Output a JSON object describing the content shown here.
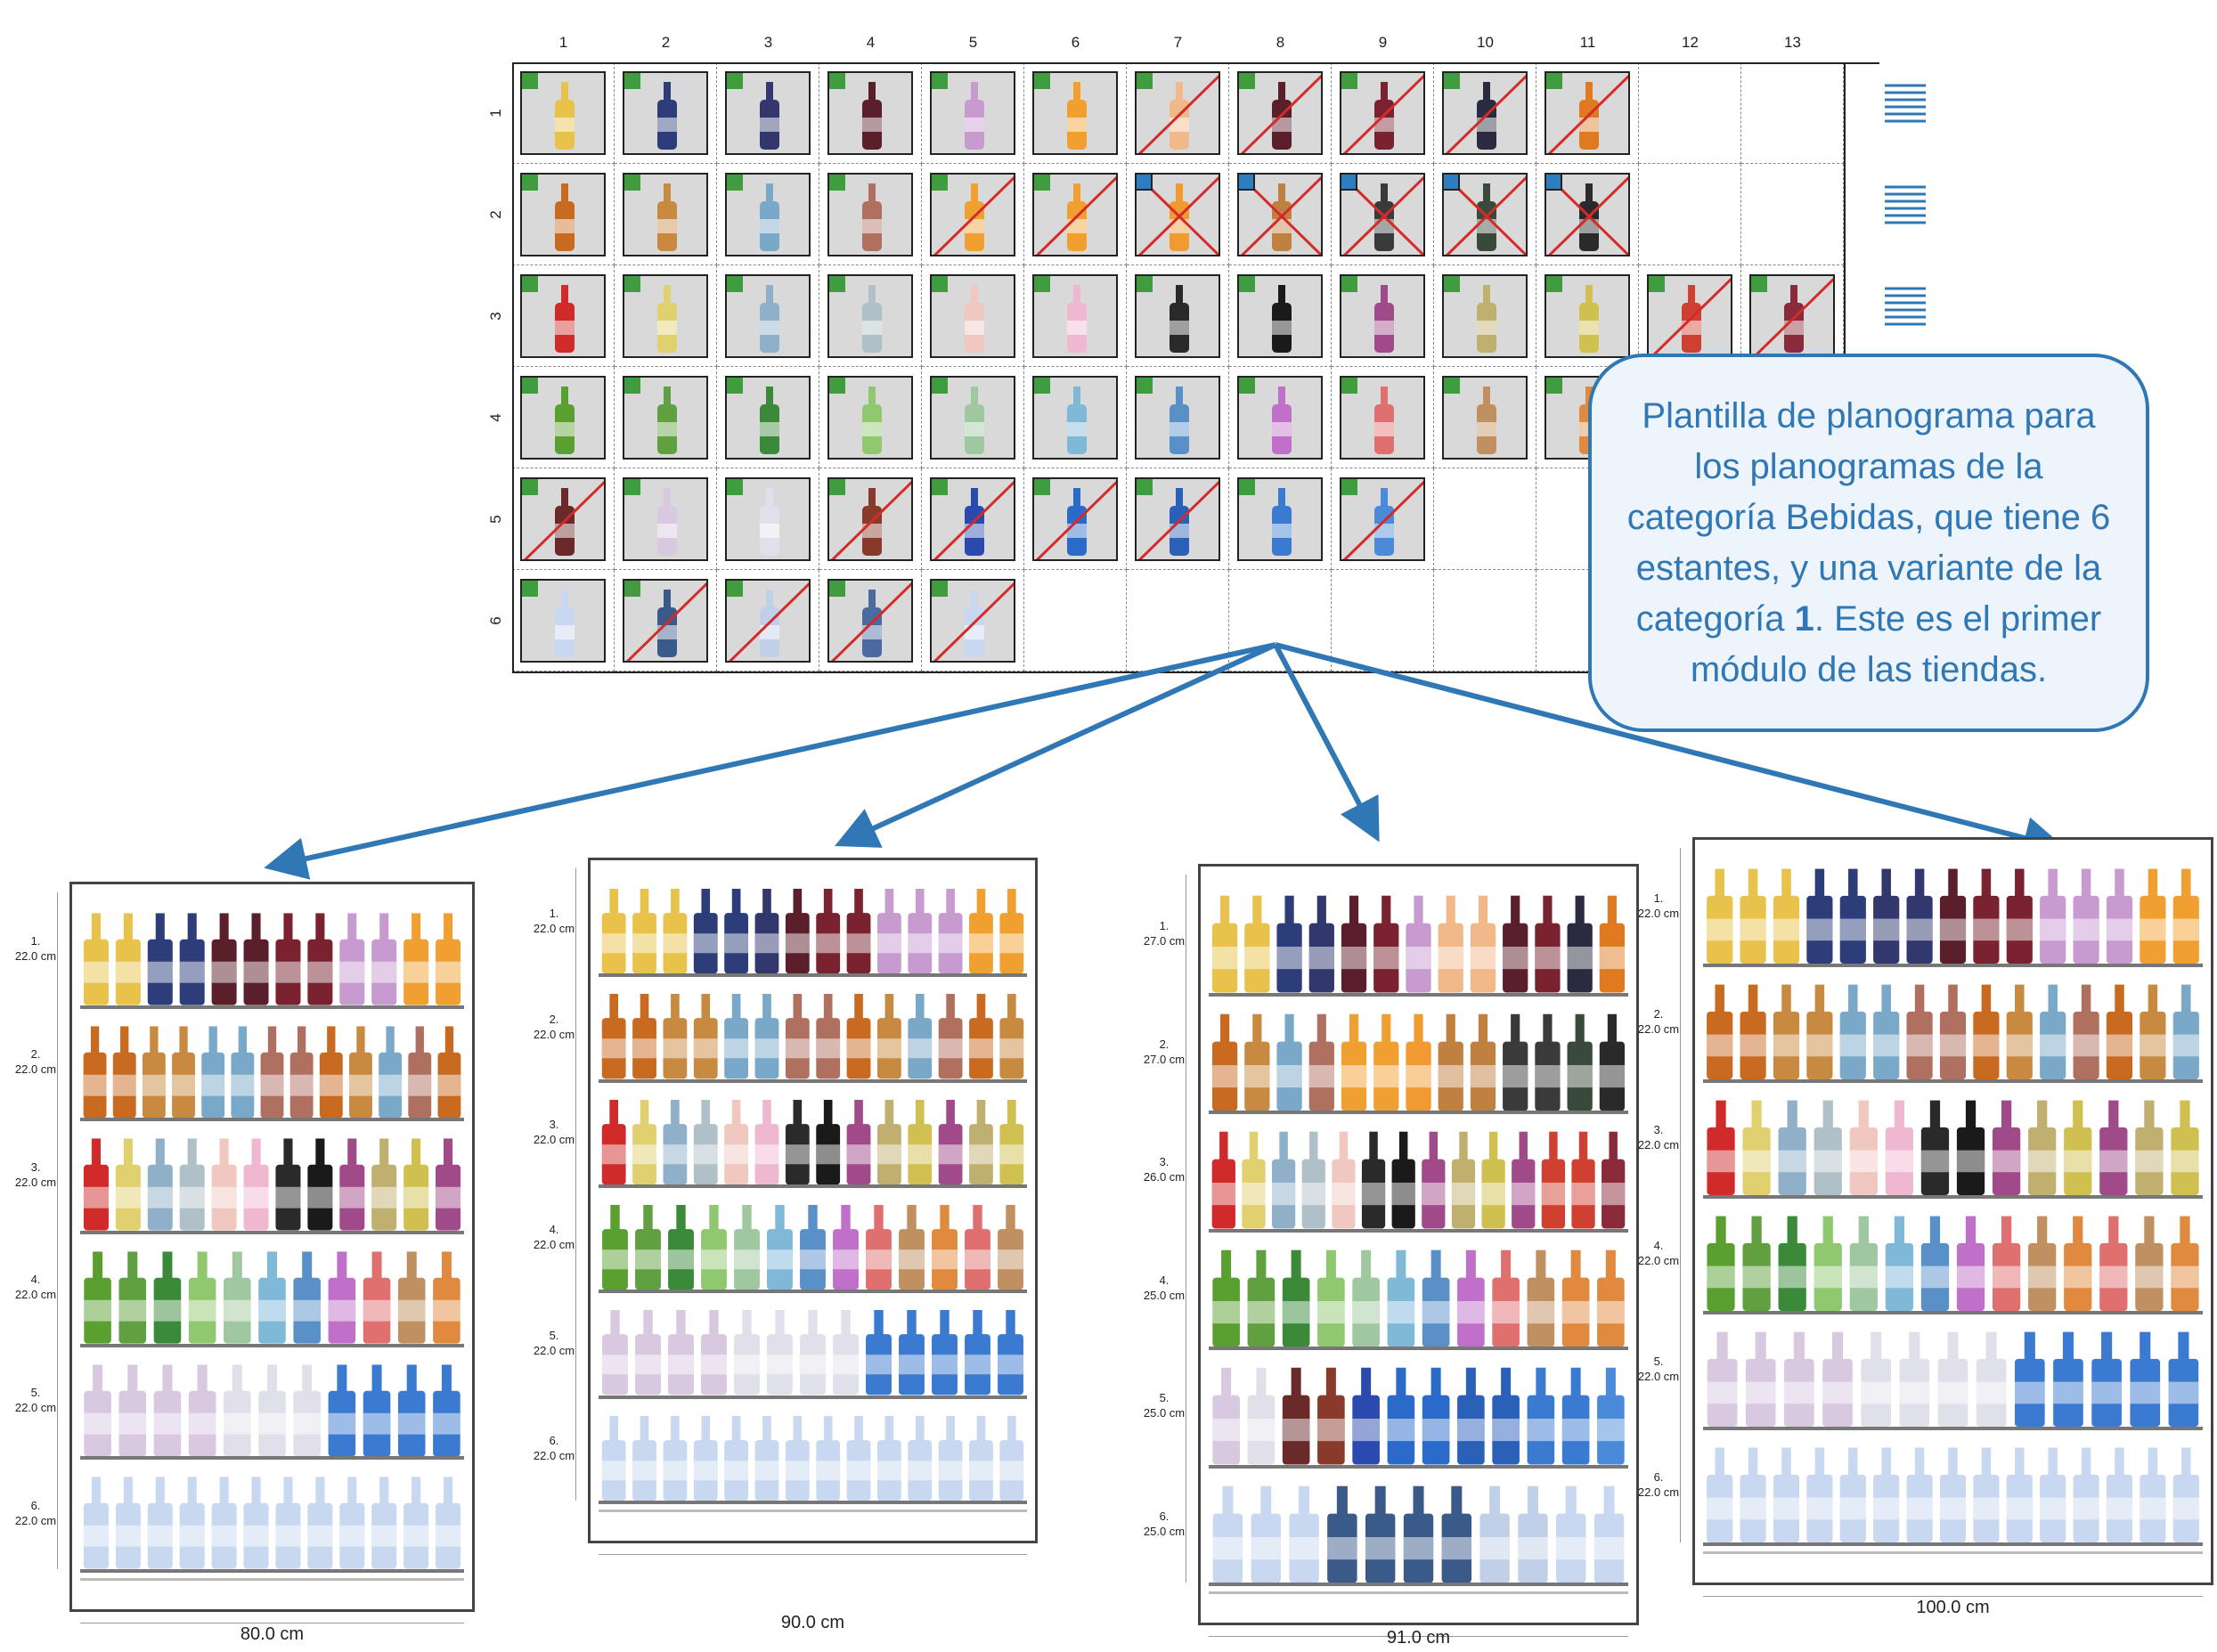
{
  "template": {
    "columns": [
      "1",
      "2",
      "3",
      "4",
      "5",
      "6",
      "7",
      "8",
      "9",
      "10",
      "11",
      "12",
      "13"
    ],
    "rows": [
      "1",
      "2",
      "3",
      "4",
      "5",
      "6"
    ],
    "cells": [
      [
        {
          "c": "#e8c24a",
          "x": 0
        },
        {
          "c": "#2c3d7a",
          "x": 0
        },
        {
          "c": "#32386e",
          "x": 0
        },
        {
          "c": "#5a1f2a",
          "x": 0
        },
        {
          "c": "#c79bd0",
          "x": 0
        },
        {
          "c": "#f0a030",
          "x": 0
        },
        {
          "c": "#f1b88a",
          "x": 1
        },
        {
          "c": "#5a1f2a",
          "x": 1
        },
        {
          "c": "#7a2230",
          "x": 1
        },
        {
          "c": "#2a2a40",
          "x": 1
        },
        {
          "c": "#e07a20",
          "x": 1
        }
      ],
      [
        {
          "c": "#c86a20",
          "x": 0
        },
        {
          "c": "#c88a40",
          "x": 0
        },
        {
          "c": "#7aa8c8",
          "x": 0
        },
        {
          "c": "#b07060",
          "x": 0
        },
        {
          "c": "#f0a030",
          "x": 1
        },
        {
          "c": "#f0a030",
          "x": 1
        },
        {
          "c": "#f09a30",
          "x": 1,
          "b": 1
        },
        {
          "c": "#c08040",
          "x": 1,
          "b": 1
        },
        {
          "c": "#3a3a3a",
          "x": 1,
          "b": 1
        },
        {
          "c": "#3a4a3a",
          "x": 1,
          "b": 1
        },
        {
          "c": "#2a2a2a",
          "x": 1,
          "b": 1
        }
      ],
      [
        {
          "c": "#d02a2a",
          "x": 0
        },
        {
          "c": "#e0d070",
          "x": 0
        },
        {
          "c": "#8fb0c8",
          "x": 0
        },
        {
          "c": "#b0c0c8",
          "x": 0
        },
        {
          "c": "#f0c8c0",
          "x": 0
        },
        {
          "c": "#f0b8d0",
          "x": 0
        },
        {
          "c": "#2a2a2a",
          "x": 0
        },
        {
          "c": "#1a1a1a",
          "x": 0
        },
        {
          "c": "#a04a8a",
          "x": 0
        },
        {
          "c": "#c0b070",
          "x": 0
        },
        {
          "c": "#d0c050",
          "x": 0
        },
        {
          "c": "#d04030",
          "x": 1
        },
        {
          "c": "#8a2a3a",
          "x": 1
        }
      ],
      [
        {
          "c": "#5aa030",
          "x": 0
        },
        {
          "c": "#60a040",
          "x": 0
        },
        {
          "c": "#3a8a3a",
          "x": 0
        },
        {
          "c": "#90c870",
          "x": 0
        },
        {
          "c": "#a0c8a0",
          "x": 0
        },
        {
          "c": "#80b8d8",
          "x": 0
        },
        {
          "c": "#5a90c8",
          "x": 0
        },
        {
          "c": "#c070c8",
          "x": 0
        },
        {
          "c": "#e07070",
          "x": 0
        },
        {
          "c": "#c09060",
          "x": 0
        },
        {
          "c": "#e08a40",
          "x": 0
        }
      ],
      [
        {
          "c": "#6a2a2a",
          "x": 1
        },
        {
          "c": "#d8c8e0",
          "x": 0
        },
        {
          "c": "#e0e0ea",
          "x": 0
        },
        {
          "c": "#8a3a2a",
          "x": 1
        },
        {
          "c": "#2a4ab0",
          "x": 1
        },
        {
          "c": "#2a6ac8",
          "x": 1
        },
        {
          "c": "#2a60b8",
          "x": 1
        },
        {
          "c": "#3a7ad0",
          "x": 0
        },
        {
          "c": "#4a8ad8",
          "x": 1
        }
      ],
      [
        {
          "c": "#c8d8f0",
          "x": 0
        },
        {
          "c": "#3a5a8a",
          "x": 1
        },
        {
          "c": "#c0d0e8",
          "x": 1
        },
        {
          "c": "#4a6aa0",
          "x": 1
        },
        {
          "c": "#c8d8f0",
          "x": 1
        }
      ]
    ]
  },
  "callout": {
    "text_before": "Plantilla de planograma para los planogramas de la categoría Bebidas, que tiene 6 estantes, y una variante de la categoría ",
    "bold": "1",
    "text_after": ". Este es el primer módulo de las tiendas."
  },
  "shelving_units": [
    {
      "width_label": "80.0 cm",
      "shelves": [
        {
          "num": "1.",
          "height": "22.0 cm",
          "colors": [
            "#e8c24a",
            "#e8c24a",
            "#2c3d7a",
            "#2c3d7a",
            "#5a1f2a",
            "#5a1f2a",
            "#7a2230",
            "#7a2230",
            "#c79bd0",
            "#c79bd0",
            "#f0a030",
            "#f0a030"
          ]
        },
        {
          "num": "2.",
          "height": "22.0 cm",
          "colors": [
            "#c86a20",
            "#c86a20",
            "#c88a40",
            "#c88a40",
            "#7aa8c8",
            "#7aa8c8",
            "#b07060",
            "#b07060",
            "#c86a20",
            "#c88a40",
            "#7aa8c8",
            "#b07060",
            "#c86a20"
          ]
        },
        {
          "num": "3.",
          "height": "22.0 cm",
          "colors": [
            "#d02a2a",
            "#e0d070",
            "#8fb0c8",
            "#b0c0c8",
            "#f0c8c0",
            "#f0b8d0",
            "#2a2a2a",
            "#1a1a1a",
            "#a04a8a",
            "#c0b070",
            "#d0c050",
            "#a04a8a"
          ]
        },
        {
          "num": "4.",
          "height": "22.0 cm",
          "colors": [
            "#5aa030",
            "#60a040",
            "#3a8a3a",
            "#90c870",
            "#a0c8a0",
            "#80b8d8",
            "#5a90c8",
            "#c070c8",
            "#e07070",
            "#c09060",
            "#e08a40"
          ]
        },
        {
          "num": "5.",
          "height": "22.0 cm",
          "colors": [
            "#d8c8e0",
            "#d8c8e0",
            "#d8c8e0",
            "#d8c8e0",
            "#e0e0ea",
            "#e0e0ea",
            "#e0e0ea",
            "#3a7ad0",
            "#3a7ad0",
            "#3a7ad0",
            "#3a7ad0"
          ]
        },
        {
          "num": "6.",
          "height": "22.0 cm",
          "colors": [
            "#c8d8f0",
            "#c8d8f0",
            "#c8d8f0",
            "#c8d8f0",
            "#c8d8f0",
            "#c8d8f0",
            "#c8d8f0",
            "#c8d8f0",
            "#c8d8f0",
            "#c8d8f0",
            "#c8d8f0",
            "#c8d8f0"
          ]
        }
      ]
    },
    {
      "width_label": "90.0 cm",
      "shelves": [
        {
          "num": "1.",
          "height": "22.0 cm",
          "colors": [
            "#e8c24a",
            "#e8c24a",
            "#e8c24a",
            "#2c3d7a",
            "#2c3d7a",
            "#32386e",
            "#5a1f2a",
            "#7a2230",
            "#7a2230",
            "#c79bd0",
            "#c79bd0",
            "#c79bd0",
            "#f0a030",
            "#f0a030"
          ]
        },
        {
          "num": "2.",
          "height": "22.0 cm",
          "colors": [
            "#c86a20",
            "#c86a20",
            "#c88a40",
            "#c88a40",
            "#7aa8c8",
            "#7aa8c8",
            "#b07060",
            "#b07060",
            "#c86a20",
            "#c88a40",
            "#7aa8c8",
            "#b07060",
            "#c86a20",
            "#c88a40"
          ]
        },
        {
          "num": "3.",
          "height": "22.0 cm",
          "colors": [
            "#d02a2a",
            "#e0d070",
            "#8fb0c8",
            "#b0c0c8",
            "#f0c8c0",
            "#f0b8d0",
            "#2a2a2a",
            "#1a1a1a",
            "#a04a8a",
            "#c0b070",
            "#d0c050",
            "#a04a8a",
            "#c0b070",
            "#d0c050"
          ]
        },
        {
          "num": "4.",
          "height": "22.0 cm",
          "colors": [
            "#5aa030",
            "#60a040",
            "#3a8a3a",
            "#90c870",
            "#a0c8a0",
            "#80b8d8",
            "#5a90c8",
            "#c070c8",
            "#e07070",
            "#c09060",
            "#e08a40",
            "#e07070",
            "#c09060"
          ]
        },
        {
          "num": "5.",
          "height": "22.0 cm",
          "colors": [
            "#d8c8e0",
            "#d8c8e0",
            "#d8c8e0",
            "#d8c8e0",
            "#e0e0ea",
            "#e0e0ea",
            "#e0e0ea",
            "#e0e0ea",
            "#3a7ad0",
            "#3a7ad0",
            "#3a7ad0",
            "#3a7ad0",
            "#3a7ad0"
          ]
        },
        {
          "num": "6.",
          "height": "22.0 cm",
          "colors": [
            "#c8d8f0",
            "#c8d8f0",
            "#c8d8f0",
            "#c8d8f0",
            "#c8d8f0",
            "#c8d8f0",
            "#c8d8f0",
            "#c8d8f0",
            "#c8d8f0",
            "#c8d8f0",
            "#c8d8f0",
            "#c8d8f0",
            "#c8d8f0",
            "#c8d8f0"
          ]
        }
      ]
    },
    {
      "width_label": "91.0 cm",
      "shelves": [
        {
          "num": "1.",
          "height": "27.0 cm",
          "colors": [
            "#e8c24a",
            "#e8c24a",
            "#2c3d7a",
            "#32386e",
            "#5a1f2a",
            "#7a2230",
            "#c79bd0",
            "#f1b88a",
            "#f1b88a",
            "#5a1f2a",
            "#7a2230",
            "#2a2a40",
            "#e07a20"
          ]
        },
        {
          "num": "2.",
          "height": "27.0 cm",
          "colors": [
            "#c86a20",
            "#c88a40",
            "#7aa8c8",
            "#b07060",
            "#f0a030",
            "#f0a030",
            "#f09a30",
            "#c08040",
            "#c08040",
            "#3a3a3a",
            "#3a3a3a",
            "#3a4a3a",
            "#2a2a2a"
          ]
        },
        {
          "num": "3.",
          "height": "26.0 cm",
          "colors": [
            "#d02a2a",
            "#e0d070",
            "#8fb0c8",
            "#b0c0c8",
            "#f0c8c0",
            "#2a2a2a",
            "#1a1a1a",
            "#a04a8a",
            "#c0b070",
            "#d0c050",
            "#a04a8a",
            "#d04030",
            "#d04030",
            "#8a2a3a"
          ]
        },
        {
          "num": "4.",
          "height": "25.0 cm",
          "colors": [
            "#5aa030",
            "#60a040",
            "#3a8a3a",
            "#90c870",
            "#a0c8a0",
            "#80b8d8",
            "#5a90c8",
            "#c070c8",
            "#e07070",
            "#c09060",
            "#e08a40",
            "#e08a40"
          ]
        },
        {
          "num": "5.",
          "height": "25.0 cm",
          "colors": [
            "#d8c8e0",
            "#e0e0ea",
            "#6a2a2a",
            "#8a3a2a",
            "#2a4ab0",
            "#2a6ac8",
            "#2a6ac8",
            "#2a60b8",
            "#2a60b8",
            "#3a7ad0",
            "#3a7ad0",
            "#4a8ad8"
          ]
        },
        {
          "num": "6.",
          "height": "25.0 cm",
          "colors": [
            "#c8d8f0",
            "#c8d8f0",
            "#c8d8f0",
            "#3a5a8a",
            "#3a5a8a",
            "#3a5a8a",
            "#3a5a8a",
            "#c0d0e8",
            "#c0d0e8",
            "#c8d8f0",
            "#c8d8f0"
          ]
        }
      ]
    },
    {
      "width_label": "100.0 cm",
      "shelves": [
        {
          "num": "1.",
          "height": "22.0 cm",
          "colors": [
            "#e8c24a",
            "#e8c24a",
            "#e8c24a",
            "#2c3d7a",
            "#2c3d7a",
            "#32386e",
            "#32386e",
            "#5a1f2a",
            "#7a2230",
            "#7a2230",
            "#c79bd0",
            "#c79bd0",
            "#c79bd0",
            "#f0a030",
            "#f0a030"
          ]
        },
        {
          "num": "2.",
          "height": "22.0 cm",
          "colors": [
            "#c86a20",
            "#c86a20",
            "#c88a40",
            "#c88a40",
            "#7aa8c8",
            "#7aa8c8",
            "#b07060",
            "#b07060",
            "#c86a20",
            "#c88a40",
            "#7aa8c8",
            "#b07060",
            "#c86a20",
            "#c88a40",
            "#7aa8c8"
          ]
        },
        {
          "num": "3.",
          "height": "22.0 cm",
          "colors": [
            "#d02a2a",
            "#e0d070",
            "#8fb0c8",
            "#b0c0c8",
            "#f0c8c0",
            "#f0b8d0",
            "#2a2a2a",
            "#1a1a1a",
            "#a04a8a",
            "#c0b070",
            "#d0c050",
            "#a04a8a",
            "#c0b070",
            "#d0c050"
          ]
        },
        {
          "num": "4.",
          "height": "22.0 cm",
          "colors": [
            "#5aa030",
            "#60a040",
            "#3a8a3a",
            "#90c870",
            "#a0c8a0",
            "#80b8d8",
            "#5a90c8",
            "#c070c8",
            "#e07070",
            "#c09060",
            "#e08a40",
            "#e07070",
            "#c09060",
            "#e08a40"
          ]
        },
        {
          "num": "5.",
          "height": "22.0 cm",
          "colors": [
            "#d8c8e0",
            "#d8c8e0",
            "#d8c8e0",
            "#d8c8e0",
            "#e0e0ea",
            "#e0e0ea",
            "#e0e0ea",
            "#e0e0ea",
            "#3a7ad0",
            "#3a7ad0",
            "#3a7ad0",
            "#3a7ad0",
            "#3a7ad0"
          ]
        },
        {
          "num": "6.",
          "height": "22.0 cm",
          "colors": [
            "#c8d8f0",
            "#c8d8f0",
            "#c8d8f0",
            "#c8d8f0",
            "#c8d8f0",
            "#c8d8f0",
            "#c8d8f0",
            "#c8d8f0",
            "#c8d8f0",
            "#c8d8f0",
            "#c8d8f0",
            "#c8d8f0",
            "#c8d8f0",
            "#c8d8f0",
            "#c8d8f0"
          ]
        }
      ]
    }
  ],
  "colors": {
    "accent": "#2f77b5",
    "green_tag": "#3f9c3f",
    "removed_line": "#d42a2a"
  }
}
